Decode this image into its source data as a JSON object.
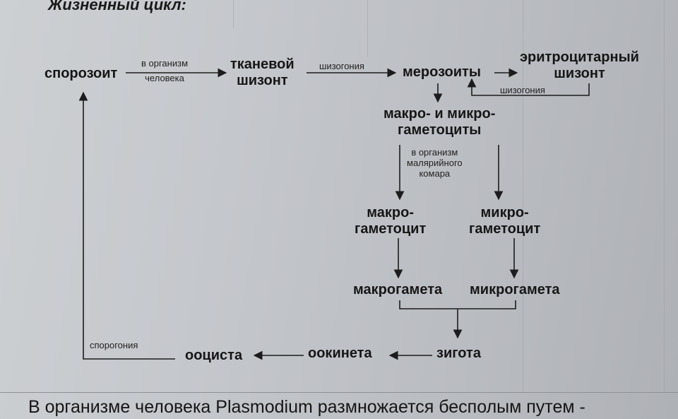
{
  "title": "Жизненный цикл:",
  "nodes": {
    "sporozoite": "спорозоит",
    "tissue_schizont_1": "тканевой",
    "tissue_schizont_2": "шизонт",
    "merozoites": "мерозоиты",
    "erythrocytic_schizont_1": "эритроцитарный",
    "erythrocytic_schizont_2": "шизонт",
    "gametocytes_1": "макро- и микро-",
    "gametocytes_2": "гаметоциты",
    "macrogametocyte_1": "макро-",
    "macrogametocyte_2": "гаметоцит",
    "microgametocyte_1": "микро-",
    "microgametocyte_2": "гаметоцит",
    "macrogamete": "макрогамета",
    "microgamete": "микрогамета",
    "zygote": "зигота",
    "ookinete": "оокинета",
    "oocyst": "ооциста"
  },
  "edge_labels": {
    "in_human_1": "в организм",
    "in_human_2": "человека",
    "schizogony_1": "шизогония",
    "schizogony_2": "шизогония",
    "in_mosquito_1": "в организм",
    "in_mosquito_2": "малярийного",
    "in_mosquito_3": "комара",
    "sporogony": "спорогония"
  },
  "footer": "В организме человека Plasmodium размножается бесполым путем -"
}
